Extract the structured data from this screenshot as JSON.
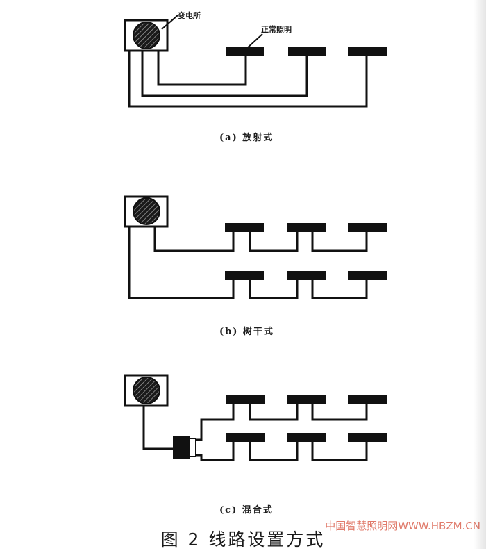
{
  "annotations": {
    "substation": "变电所",
    "normal_lighting": "正常照明"
  },
  "captions": {
    "a": "(a) 放射式",
    "b": "(b) 树干式",
    "c": "(c) 混合式"
  },
  "figure_title": "图 2  线路设置方式",
  "watermark": "中国智慧照明网WWW.HBZM.CN",
  "colors": {
    "line": "#111111",
    "page": "#ffffff"
  }
}
